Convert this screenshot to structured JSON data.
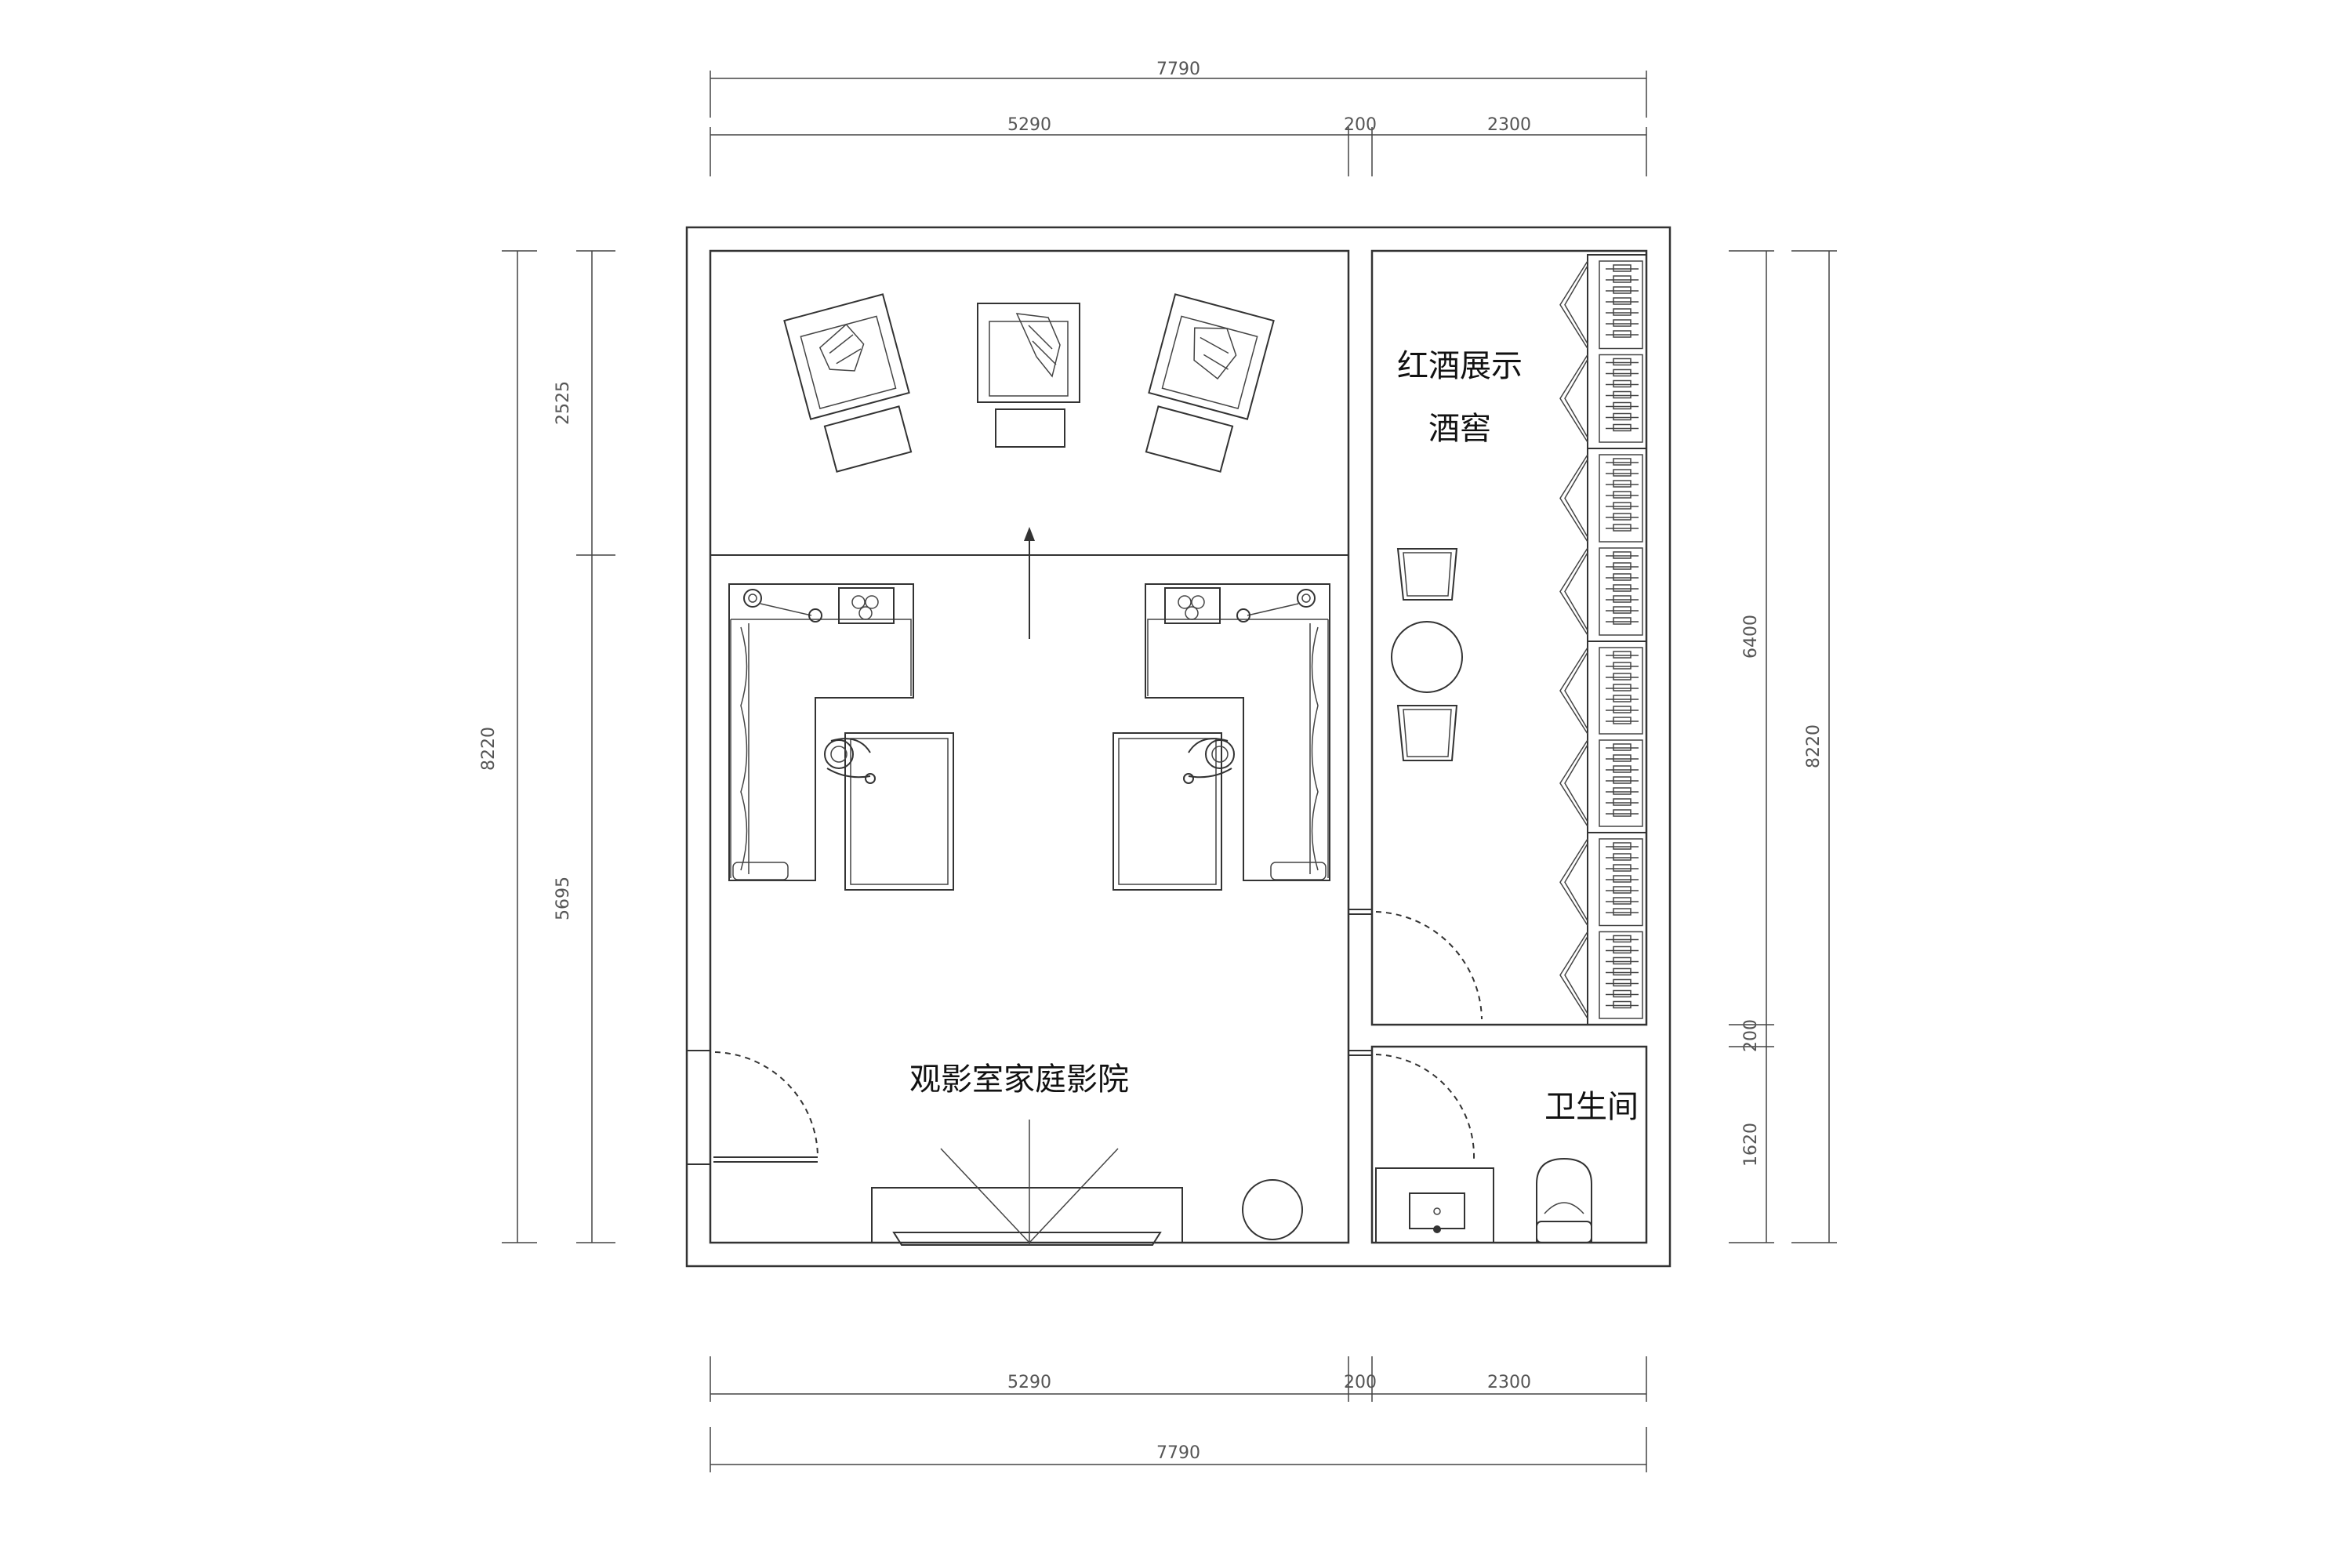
{
  "dimensions": {
    "top_total": "7790",
    "top_left": "5290",
    "top_mid": "200",
    "top_right": "2300",
    "bottom_left": "5290",
    "bottom_mid": "200",
    "bottom_right": "2300",
    "bottom_total": "7790",
    "left_total": "8220",
    "left_upper": "2525",
    "left_lower": "5695",
    "right_upper": "6400",
    "right_mid": "200",
    "right_lower": "1620",
    "right_total": "8220"
  },
  "rooms": {
    "wine_line1": "红酒展示",
    "wine_line2": "酒窖",
    "bathroom": "卫生间",
    "theater": "观影室家庭影院"
  }
}
